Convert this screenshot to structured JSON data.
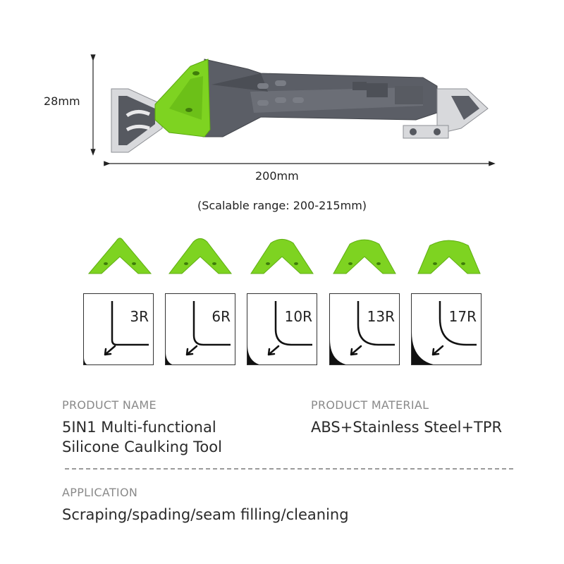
{
  "dimensions": {
    "height": "28mm",
    "width": "200mm",
    "range_note": "(Scalable range: 200-215mm)"
  },
  "colors": {
    "accent_green": "#7ed321",
    "tool_gray": "#5b5e66",
    "steel": "#d8d9dc"
  },
  "radii": [
    {
      "label": "3R",
      "radius": 3
    },
    {
      "label": "6R",
      "radius": 6
    },
    {
      "label": "10R",
      "radius": 10
    },
    {
      "label": "13R",
      "radius": 13
    },
    {
      "label": "17R",
      "radius": 17
    }
  ],
  "product": {
    "name_label": "PRODUCT NAME",
    "name_line1": "5IN1 Multi-functional",
    "name_line2": "Silicone Caulking Tool",
    "material_label": "PRODUCT MATERIAL",
    "material_value": "ABS+Stainless Steel+TPR",
    "application_label": "APPLICATION",
    "application_value": "Scraping/spading/seam filling/cleaning"
  }
}
